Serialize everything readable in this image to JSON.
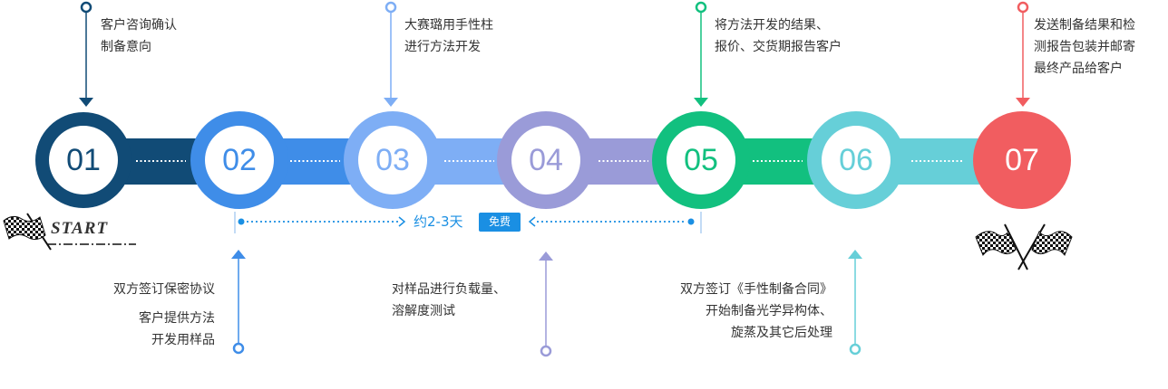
{
  "steps": [
    {
      "number": "01",
      "color": "#114b76"
    },
    {
      "number": "02",
      "color": "#3f8de8"
    },
    {
      "number": "03",
      "color": "#7eaef5"
    },
    {
      "number": "04",
      "color": "#9a9bd8"
    },
    {
      "number": "05",
      "color": "#12c07f"
    },
    {
      "number": "06",
      "color": "#66cfd8"
    },
    {
      "number": "07",
      "color": "#f15d60"
    }
  ],
  "top_notes": [
    {
      "lines": [
        "客户咨询确认",
        "制备意向"
      ]
    },
    {
      "lines": [
        "大赛璐用手性柱",
        "进行方法开发"
      ]
    },
    {
      "lines": [
        "将方法开发的结果、",
        "报价、交货期报告客户"
      ]
    },
    {
      "lines": [
        "发送制备结果和检",
        "测报告包装并邮寄",
        "最终产品给客户"
      ]
    }
  ],
  "bottom_notes": [
    {
      "lines": [
        "双方签订保密协议",
        "客户提供方法",
        "开发用样品"
      ]
    },
    {
      "lines": [
        "对样品进行负载量、",
        "溶解度测试"
      ]
    },
    {
      "lines": [
        "双方签订《手性制备合同》",
        "开始制备光学异构体、",
        "旋蒸及其它后处理"
      ]
    }
  ],
  "start_label": "START",
  "duration": {
    "text": "约2-3天",
    "badge": "免费"
  }
}
